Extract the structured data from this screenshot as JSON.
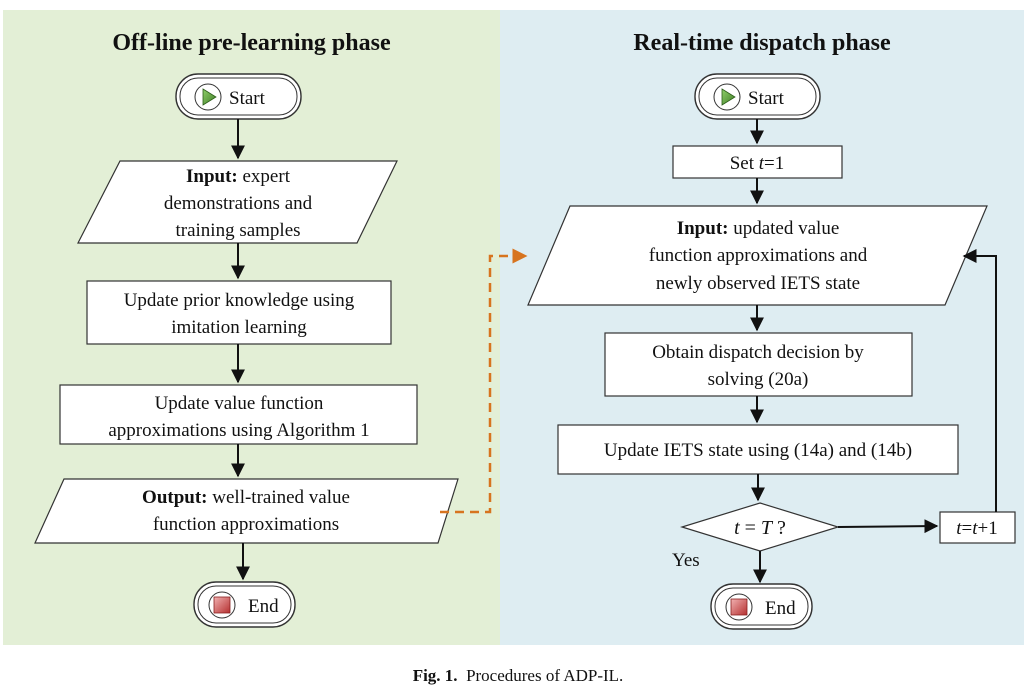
{
  "left_phase": {
    "title": "Off-line pre-learning phase",
    "start_label": "Start",
    "input_bold": "Input:",
    "input_rest_1": " expert",
    "input_line_2": "demonstrations and",
    "input_line_3": "training samples",
    "step1_line_1": "Update prior knowledge using",
    "step1_line_2": "imitation learning",
    "step2_line_1": "Update value function",
    "step2_line_2": "approximations using Algorithm 1",
    "output_bold": "Output:",
    "output_rest_1": " well-trained value",
    "output_line_2": "function approximations",
    "end_label": "End"
  },
  "right_phase": {
    "title": "Real-time dispatch phase",
    "start_label": "Start",
    "set_t_prefix": "Set ",
    "set_t_var": "t",
    "set_t_suffix": "=1",
    "input_bold": "Input:",
    "input_rest_1": " updated value",
    "input_line_2": "function approximations and",
    "input_line_3": "newly observed IETS state",
    "decision_line_1": "Obtain dispatch decision by",
    "decision_line_2": "solving (20a)",
    "update_state": "Update IETS state using (14a) and (14b)",
    "condition_var_t": "t",
    "condition_eq": " = ",
    "condition_var_T": "T",
    "condition_q": " ?",
    "yes_label": "Yes",
    "increment_t1": "t",
    "increment_eq": "=",
    "increment_t2": "t",
    "increment_plus": "+1",
    "end_label": "End"
  },
  "caption": {
    "fig_label": "Fig. 1.",
    "text": "  Procedures of ADP-IL."
  },
  "colors": {
    "left_bg": "#e3efd6",
    "right_bg": "#deedf2",
    "connector": "#d7741f",
    "start_icon": "#5a9a3a",
    "end_icon": "#c84040"
  }
}
